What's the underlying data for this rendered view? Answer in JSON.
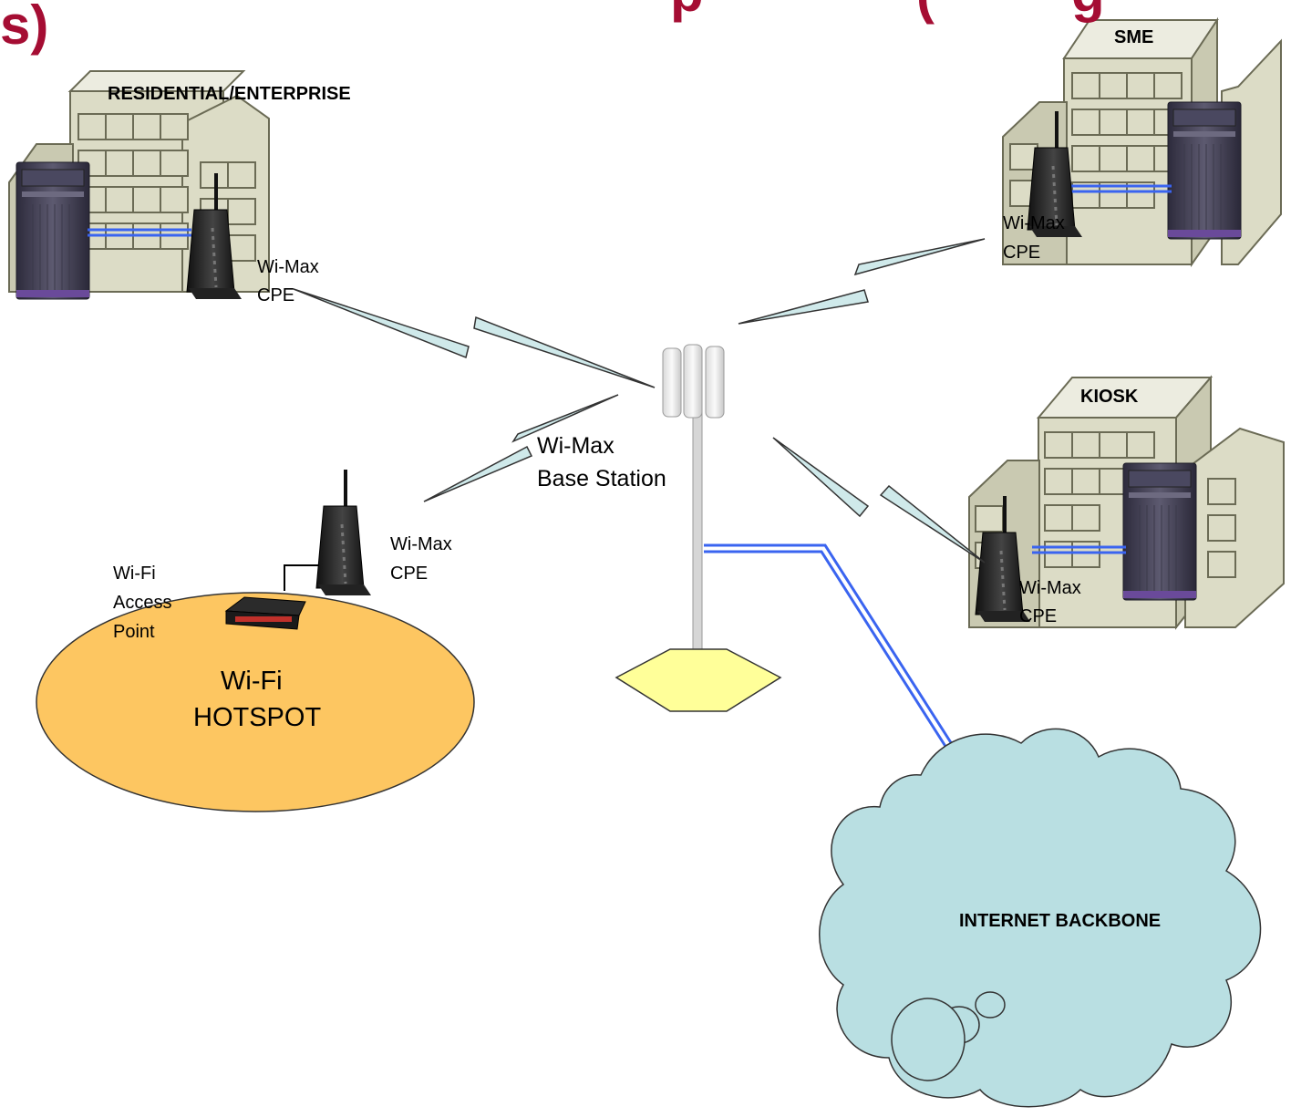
{
  "title_fragments": {
    "left": "s)",
    "top_mid": "p",
    "top_right": "(",
    "top_far": "g"
  },
  "sites": {
    "residential": {
      "label": "RESIDENTIAL/ENTERPRISE",
      "cpe_line1": "Wi-Max",
      "cpe_line2": "CPE"
    },
    "sme": {
      "label": "SME",
      "cpe_line1": "Wi-Max",
      "cpe_line2": "CPE"
    },
    "kiosk": {
      "label": "KIOSK",
      "cpe_line1": "Wi-Max",
      "cpe_line2": "CPE"
    },
    "hotspot": {
      "cpe_line1": "Wi-Max",
      "cpe_line2": "CPE",
      "ap_line1": "Wi-Fi",
      "ap_line2": "Access",
      "ap_line3": "Point",
      "area_line1": "Wi-Fi",
      "area_line2": "HOTSPOT"
    }
  },
  "base_station": {
    "line1": "Wi-Max",
    "line2": "Base Station"
  },
  "backbone": {
    "label": "INTERNET BACKBONE"
  },
  "colors": {
    "title": "#a50d33",
    "building_face": "#dcdcc6",
    "building_side": "#c9c9b1",
    "link_blue": "#3a64f0",
    "wireless_bolt": "#cfe9ea",
    "cloud": "#b9dfe2",
    "hotspot": "#fdc661",
    "hexagon": "#ffff99"
  },
  "icons": [
    "server-icon",
    "wimax-cpe-modem-icon",
    "wifi-access-point-icon",
    "base-station-antenna-icon",
    "cloud-icon"
  ]
}
